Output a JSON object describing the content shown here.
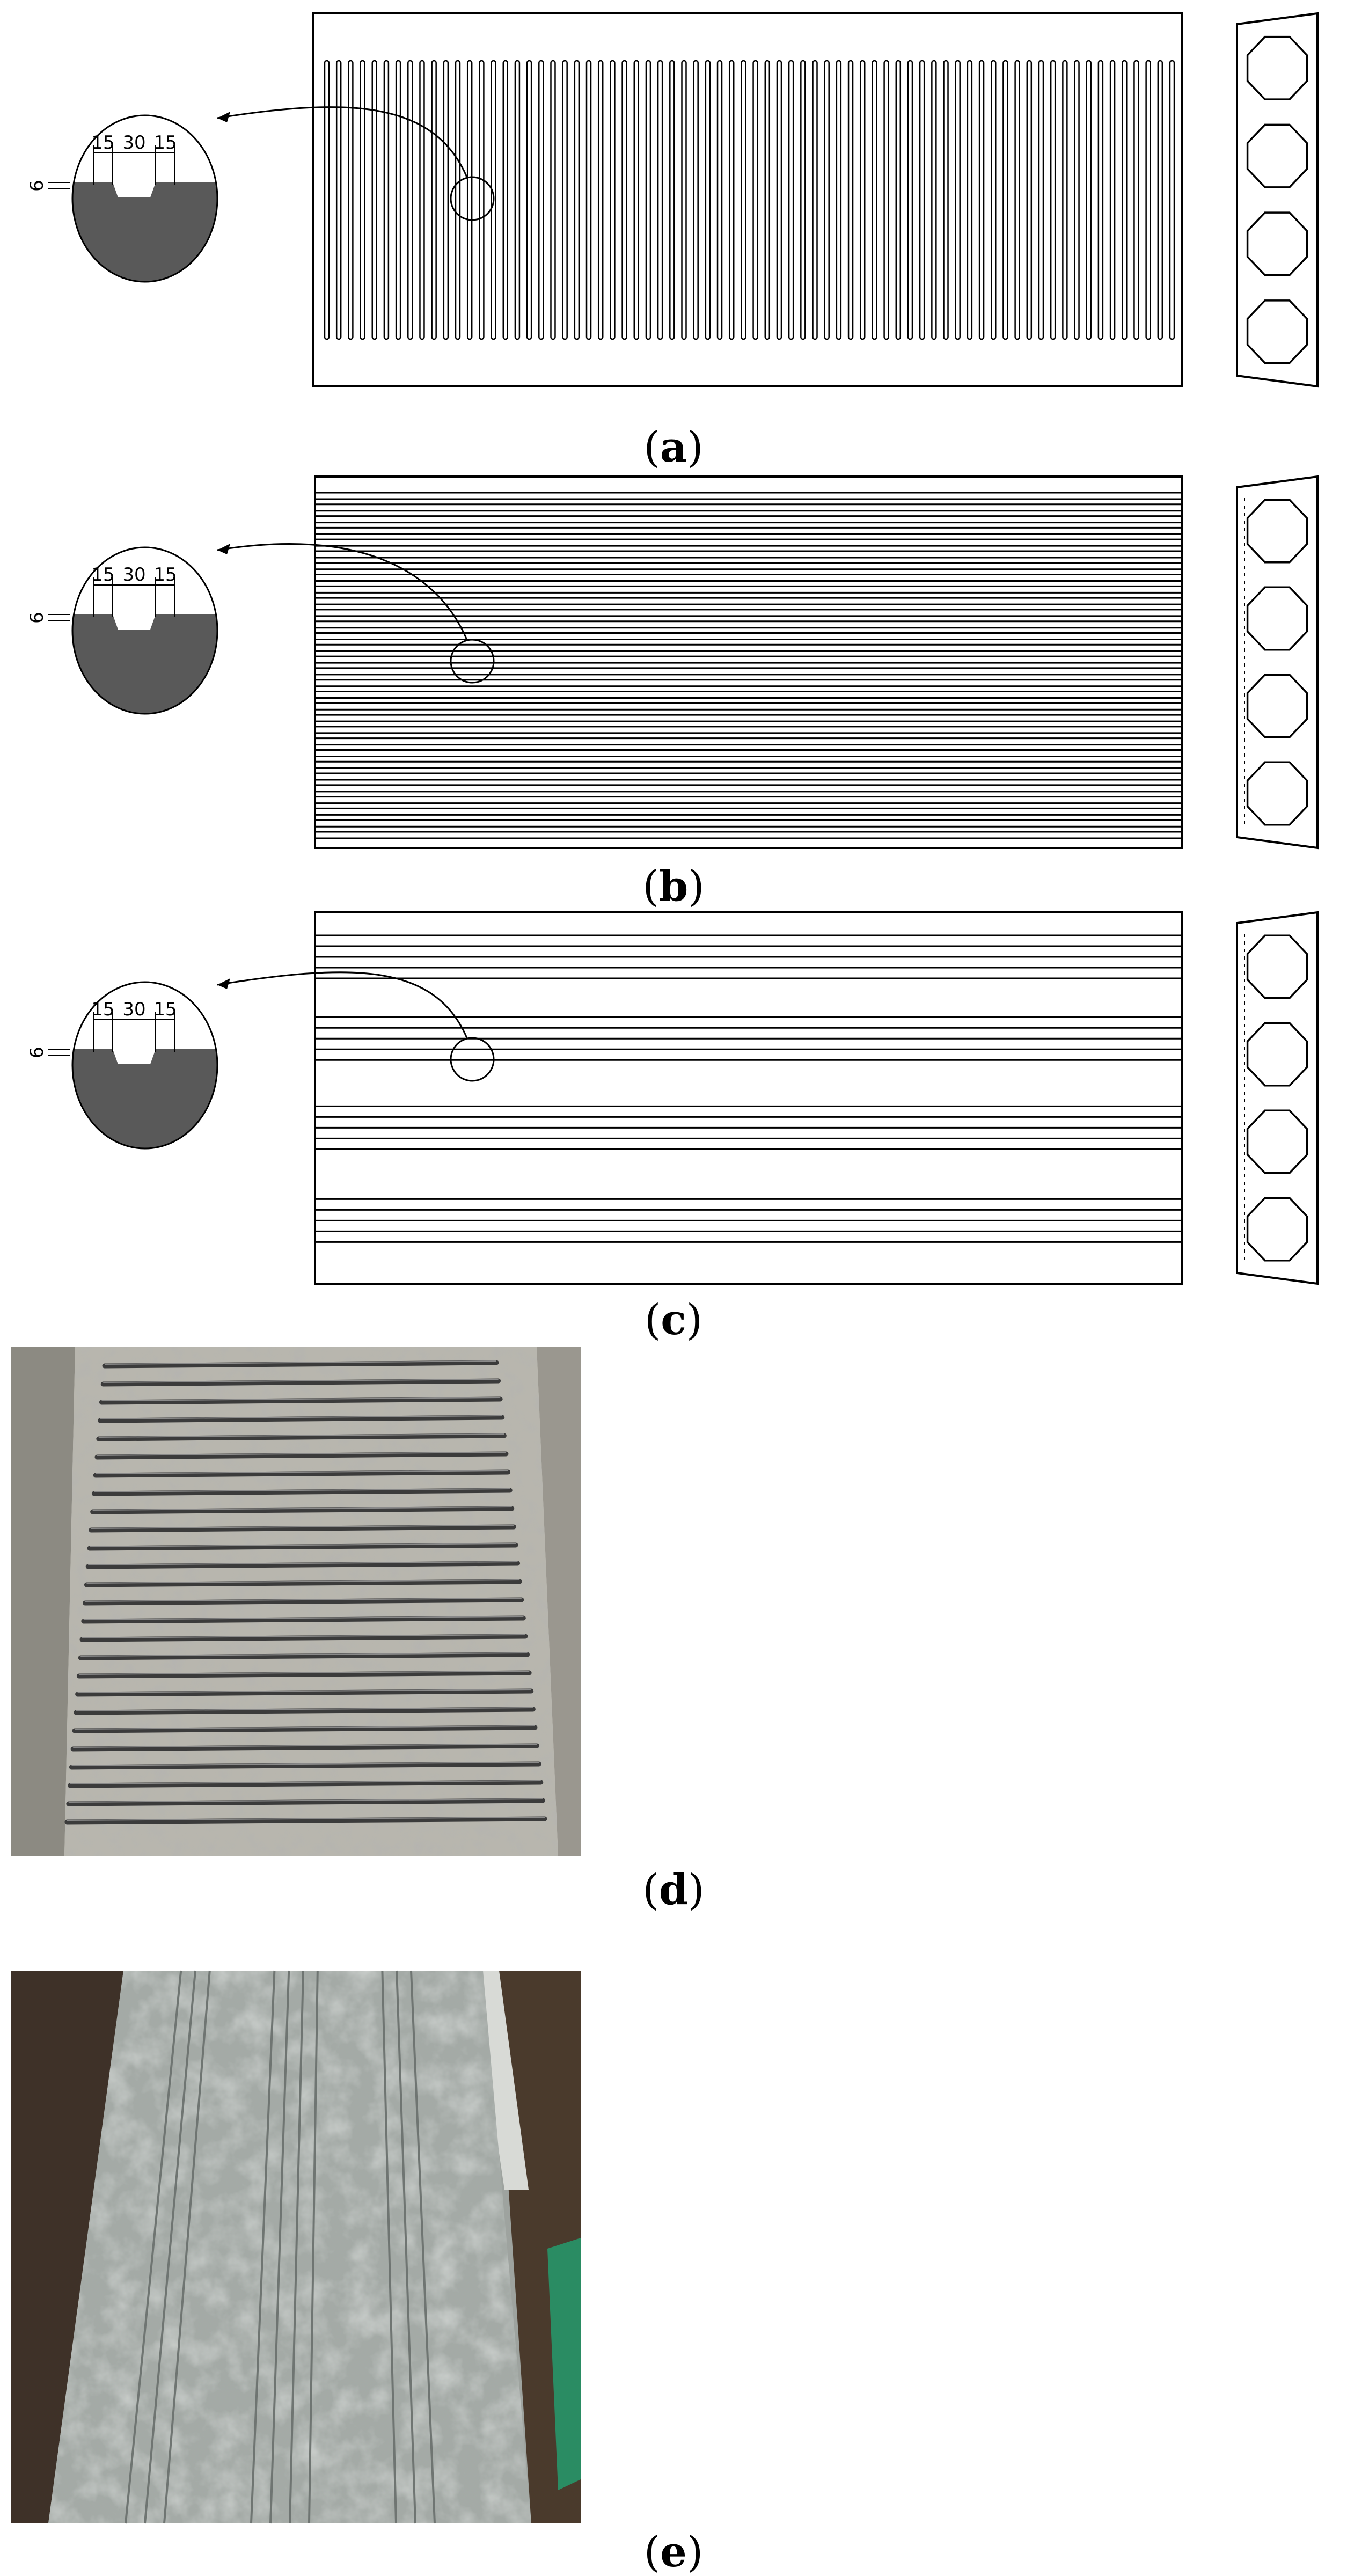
{
  "panels": [
    {
      "id": "a",
      "caption_open": "(",
      "caption_letter": "a",
      "caption_close": ")",
      "groove": "transverse",
      "detail": {
        "d1": "15",
        "d2": "30",
        "d3": "15",
        "depth": "6"
      }
    },
    {
      "id": "b",
      "caption_open": "(",
      "caption_letter": "b",
      "caption_close": ")",
      "groove": "longitudinal-dense",
      "detail": {
        "d1": "15",
        "d2": "30",
        "d3": "15",
        "depth": "6"
      }
    },
    {
      "id": "c",
      "caption_open": "(",
      "caption_letter": "c",
      "caption_close": ")",
      "groove": "longitudinal-grouped",
      "detail": {
        "d1": "15",
        "d2": "30",
        "d3": "15",
        "depth": "6"
      }
    }
  ],
  "photos": [
    {
      "id": "d",
      "caption_open": "(",
      "caption_letter": "d",
      "caption_close": ")",
      "subject": "slab with transverse reinforcing bars"
    },
    {
      "id": "e",
      "caption_open": "(",
      "caption_letter": "e",
      "caption_close": ")",
      "subject": "slab surface with longitudinal grooves in steel formwork"
    }
  ],
  "colors": {
    "line": "#000000",
    "concrete_fill": "#595959",
    "photo_d_base": "#b9b7b0",
    "photo_e_base": "#9aa09c",
    "formwork": "#4a3a2c",
    "green_accent": "#2a8c63"
  }
}
